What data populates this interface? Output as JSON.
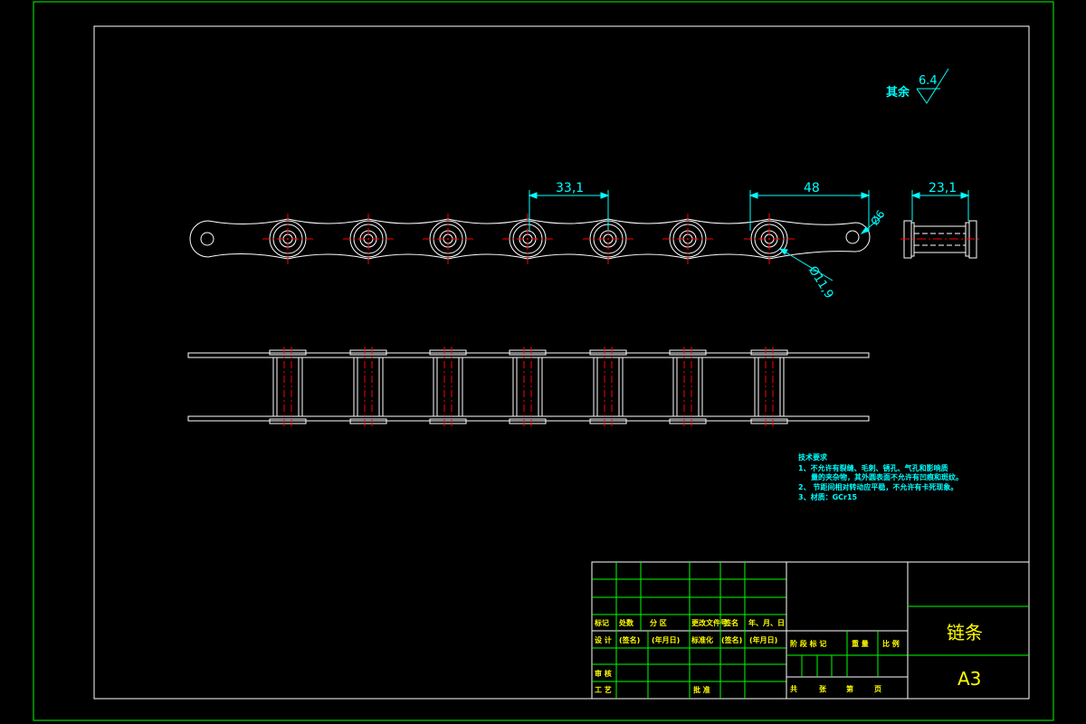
{
  "roughness": {
    "prefix": "其余",
    "value": "6.4"
  },
  "dimensions": {
    "pitch": "33,1",
    "end_length": "48",
    "hole_dia": "Ø6",
    "roller_dia": "Ø11,9",
    "width": "23,1"
  },
  "tech_requirements": {
    "heading": "技术要求",
    "lines": [
      "1、不允许有裂缝、毛刺、锈孔、气孔和影响质",
      "量的夹杂物，其外圆表面不允许有凹痕和斑纹。",
      "2、  节距间相对转动应平稳，不允许有卡死现象。",
      "3、材质：GCr15"
    ]
  },
  "title_block": {
    "row_headers": [
      "标记",
      "处数",
      "分 区",
      "更改文件号",
      "签名",
      "年、月、日"
    ],
    "design_row": [
      "设 计",
      "(签名)",
      "(年月日)",
      "标准化",
      "(签名)",
      "(年月日)"
    ],
    "review": "审 核",
    "process": "工 艺",
    "approve": "批 准",
    "stage_cols": [
      "阶 段 标 记",
      "重 量",
      "比 例"
    ],
    "sheet_info": [
      "共",
      "张",
      "第",
      "页"
    ],
    "part_name": "链条",
    "sheet_size": "A3"
  }
}
